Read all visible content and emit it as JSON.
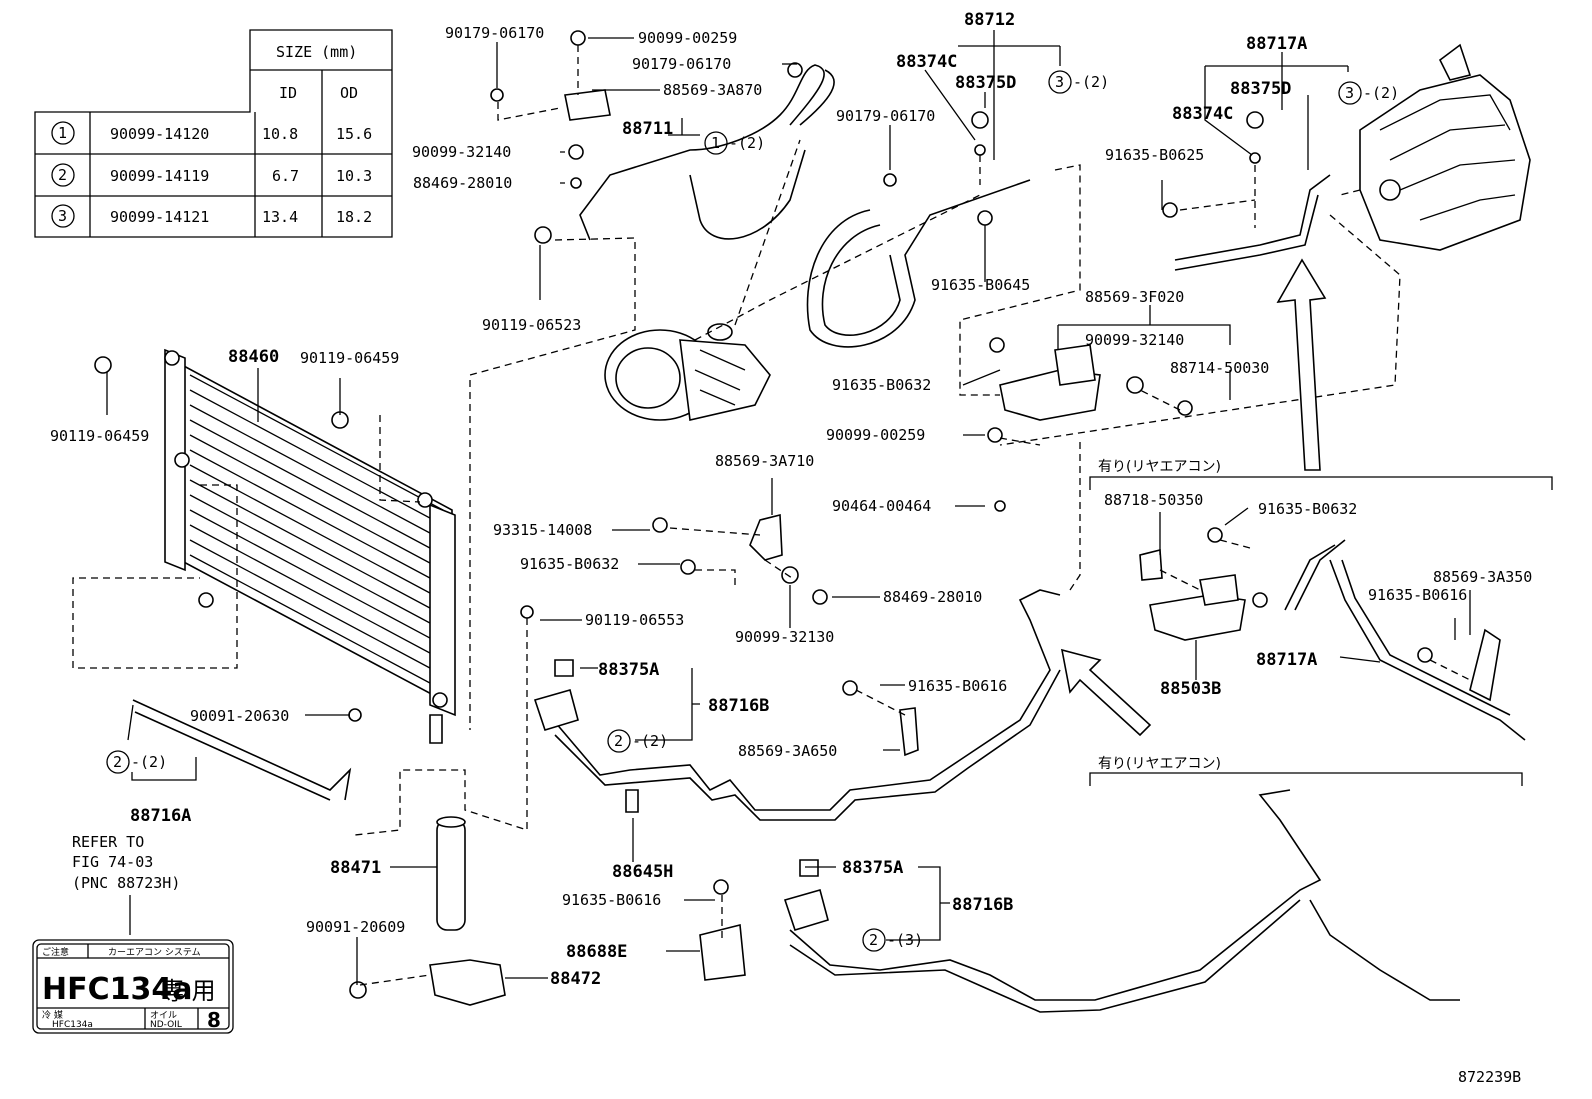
{
  "size_table": {
    "header_size": "SIZE (mm)",
    "header_id": "ID",
    "header_od": "OD",
    "rows": [
      {
        "mark": "1",
        "part": "90099-14120",
        "id": "10.8",
        "od": "15.6"
      },
      {
        "mark": "2",
        "part": "90099-14119",
        "id": "6.7",
        "od": "10.3"
      },
      {
        "mark": "3",
        "part": "90099-14121",
        "id": "13.4",
        "od": "18.2"
      }
    ]
  },
  "labels": {
    "p90179_06170_a": "90179-06170",
    "p90099_00259_a": "90099-00259",
    "p90179_06170_b": "90179-06170",
    "p88569_3A870": "88569-3A870",
    "p88711": "88711",
    "p90099_32140_a": "90099-32140",
    "p88469_28010_a": "88469-28010",
    "p90119_06523": "90119-06523",
    "p88712": "88712",
    "p88374C_a": "88374C",
    "p88375D_a": "88375D",
    "p90179_06170_c": "90179-06170",
    "p91635_B0645": "91635-B0645",
    "p88569_3F020": "88569-3F020",
    "p90099_32140_b": "90099-32140",
    "p91635_B0632_a": "91635-B0632",
    "p88714_50030": "88714-50030",
    "p90099_00259_b": "90099-00259",
    "p88717A_a": "88717A",
    "p88375D_b": "88375D",
    "p88374C_b": "88374C",
    "p91635_B0625": "91635-B0625",
    "p88460": "88460",
    "p90119_06459_a": "90119-06459",
    "p90119_06459_b": "90119-06459",
    "p88569_3A710": "88569-3A710",
    "p93315_14008": "93315-14008",
    "p91635_B0632_b": "91635-B0632",
    "p88469_28010_b": "88469-28010",
    "p90099_32130": "90099-32130",
    "p90119_06553": "90119-06553",
    "p90464_00464": "90464-00464",
    "p88718_50350": "88718-50350",
    "p91635_B0632_c": "91635-B0632",
    "p88569_3A350": "88569-3A350",
    "p91635_B0616_a": "91635-B0616",
    "p88503B": "88503B",
    "p88717A_b": "88717A",
    "p88375A_a": "88375A",
    "p88716B_a": "88716B",
    "p91635_B0616_b": "91635-B0616",
    "p88569_3A650": "88569-3A650",
    "p90091_20630": "90091-20630",
    "p88716A": "88716A",
    "p88645H": "88645H",
    "p88471": "88471",
    "p91635_B0616_c": "91635-B0616",
    "p88375A_b": "88375A",
    "p88716B_b": "88716B",
    "p90091_20609": "90091-20609",
    "p88688E": "88688E",
    "p88472": "88472",
    "figure_no": "872239B",
    "rear_ac_1": "有り(リヤエアコン)",
    "rear_ac_2": "有り(リヤエアコン)",
    "refer_line1": "REFER TO",
    "refer_line2": "FIG 74-03",
    "refer_line3": "(PNC 88723H)"
  },
  "callouts": {
    "c1_qty": "-(2)",
    "c2a_qty": "-(2)",
    "c2b_qty": "-(2)",
    "c2c_qty": "-(3)",
    "c3a_qty": "-(2)",
    "c3b_qty": "-(2)",
    "mark1": "1",
    "mark2": "2",
    "mark3": "3"
  },
  "caution_label": {
    "top_left": "ご注意",
    "top_right": "カーエアコン システム",
    "main": "HFC134a",
    "main_jp": "専 用",
    "bottom_left_1": "冷 媒",
    "bottom_left_2": "HFC134a",
    "bottom_mid_1": "オイル",
    "bottom_mid_2": "ND-OIL",
    "bottom_right": "8"
  }
}
